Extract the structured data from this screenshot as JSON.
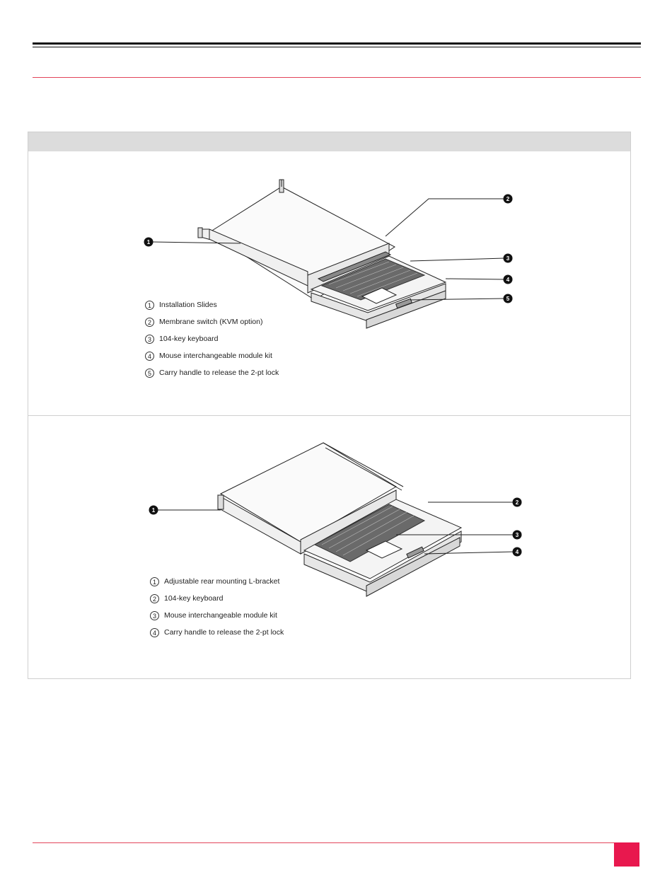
{
  "figure1": {
    "callouts": [
      "1",
      "2",
      "3",
      "4",
      "5"
    ],
    "legend": [
      {
        "num": "1",
        "text": "Installation Slides"
      },
      {
        "num": "2",
        "text": "Membrane switch (KVM option)"
      },
      {
        "num": "3",
        "text": "104-key keyboard"
      },
      {
        "num": "4",
        "text": "Mouse interchangeable module kit"
      },
      {
        "num": "5",
        "text": "Carry handle to release the 2-pt lock"
      }
    ]
  },
  "figure2": {
    "callouts": [
      "1",
      "2",
      "3",
      "4"
    ],
    "legend": [
      {
        "num": "1",
        "text": "Adjustable rear mounting L-bracket"
      },
      {
        "num": "2",
        "text": "104-key keyboard"
      },
      {
        "num": "3",
        "text": "Mouse interchangeable module kit"
      },
      {
        "num": "4",
        "text": "Carry handle to release the 2-pt lock"
      }
    ]
  },
  "colors": {
    "accent": "#e8184e",
    "rule": "#e2455a",
    "panel_header": "#dcdcdc"
  }
}
